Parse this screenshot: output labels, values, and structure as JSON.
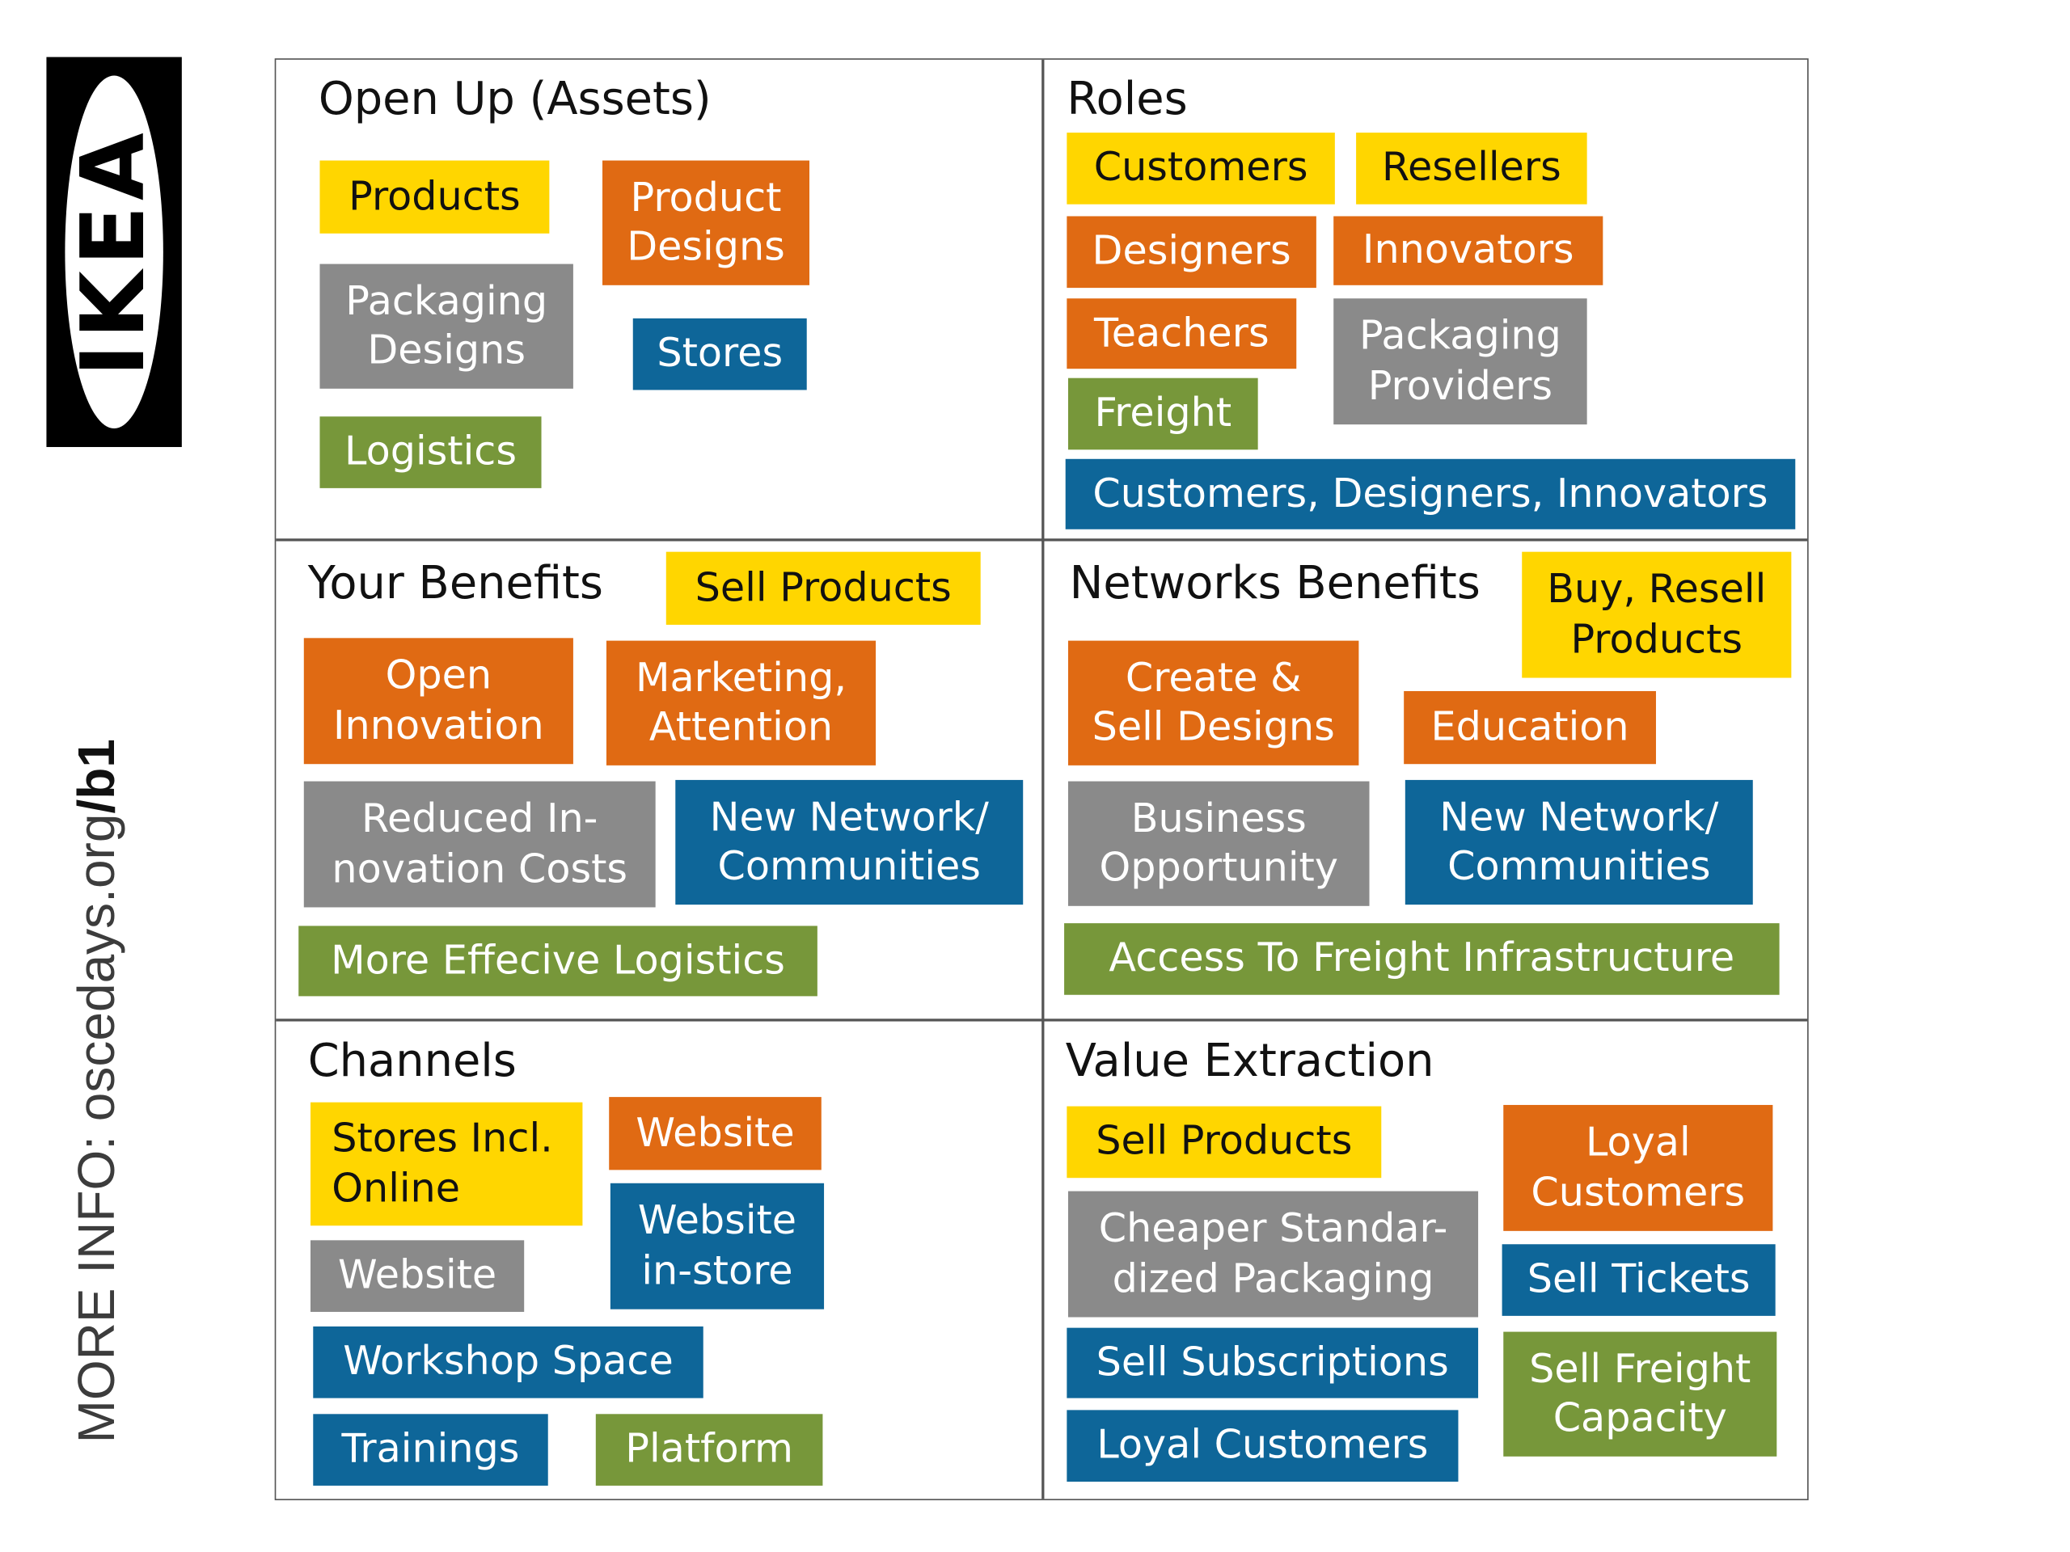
{
  "logo": {
    "text": "IKEA"
  },
  "more_info": {
    "prefix": "MORE INFO: oscedays.org",
    "suffix": "/b1"
  },
  "quadrants": {
    "open_up": {
      "heading": "Open Up (Assets)",
      "notes": [
        "Products",
        "Product\nDesigns",
        "Packaging\nDesigns",
        "Stores",
        "Logistics"
      ]
    },
    "roles": {
      "heading": "Roles",
      "notes": [
        "Customers",
        "Resellers",
        "Designers",
        "Innovators",
        "Teachers",
        "Packaging\nProviders",
        "Freight",
        "Customers, Designers, Innovators"
      ]
    },
    "your_benefits": {
      "heading": "Your Benefits",
      "notes": [
        "Sell Products",
        "Open\nInnovation",
        "Marketing,\nAttention",
        "Reduced In-\nnovation Costs",
        "New Network/\nCommunities",
        "More Effecive Logistics"
      ]
    },
    "networks_benefits": {
      "heading": "Networks Benefits",
      "notes": [
        "Buy, Resell\nProducts",
        "Create &\nSell Designs",
        "Education",
        "Business\nOpportunity",
        "New Network/\nCommunities",
        "Access To Freight Infrastructure"
      ]
    },
    "channels": {
      "heading": "Channels",
      "notes": [
        "Stores Incl.\nOnline",
        "Website",
        "Website\nin-store",
        "Website",
        "Workshop Space",
        "Trainings",
        "Platform"
      ]
    },
    "value_extraction": {
      "heading": "Value Extraction",
      "notes": [
        "Sell Products",
        "Loyal\nCustomers",
        "Cheaper Standar-\ndized Packaging",
        "Sell Tickets",
        "Sell Subscriptions",
        "Sell Freight\nCapacity",
        "Loyal Customers"
      ]
    }
  },
  "colors": {
    "yellow": "#ffd600",
    "orange": "#e06a13",
    "gray": "#8a8a8a",
    "blue": "#0e6699",
    "green": "#77973a"
  }
}
